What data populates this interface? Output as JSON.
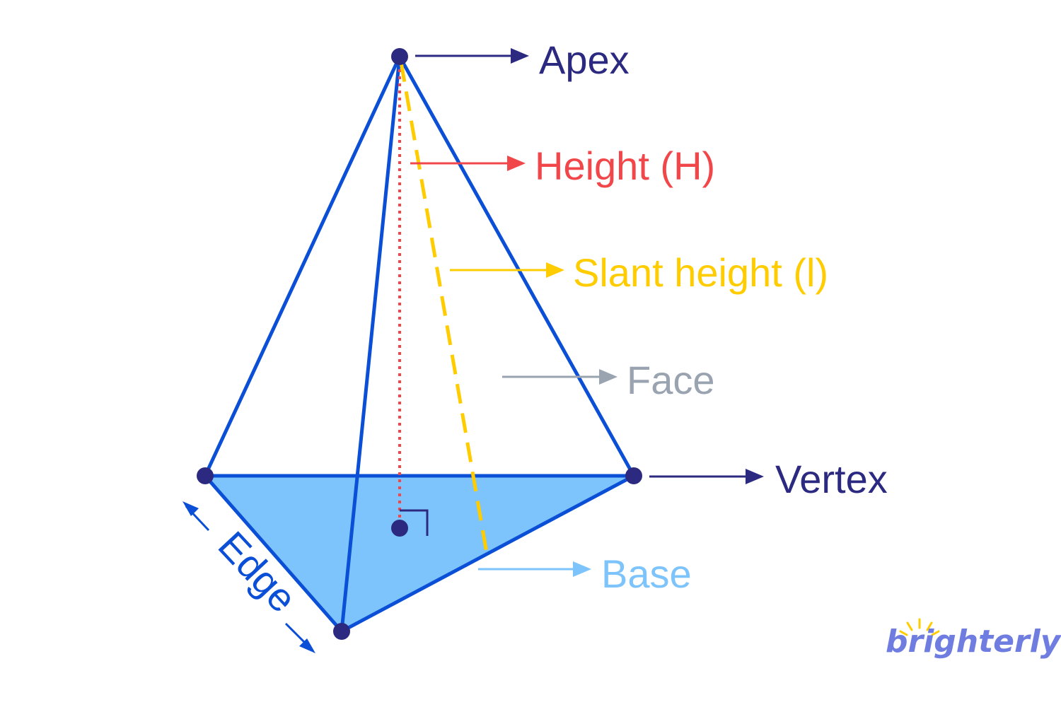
{
  "labels": {
    "apex": "Apex",
    "height": "Height (H)",
    "slant_height": "Slant height (l)",
    "face": "Face",
    "vertex": "Vertex",
    "base": "Base",
    "edge": "Edge"
  },
  "logo": {
    "text": "brighterly"
  },
  "colors": {
    "edge_blue": "#0a4fd6",
    "base_fill": "#7cc4fb",
    "vertex_dot": "#2b2a80",
    "apex_text": "#2b2a80",
    "height_red": "#f2474a",
    "slant_yellow": "#ffcc00",
    "face_gray": "#9aa3b0",
    "base_text": "#7cc4fb",
    "logo_purple": "#6f7de0",
    "logo_sun": "#ffcc00"
  }
}
